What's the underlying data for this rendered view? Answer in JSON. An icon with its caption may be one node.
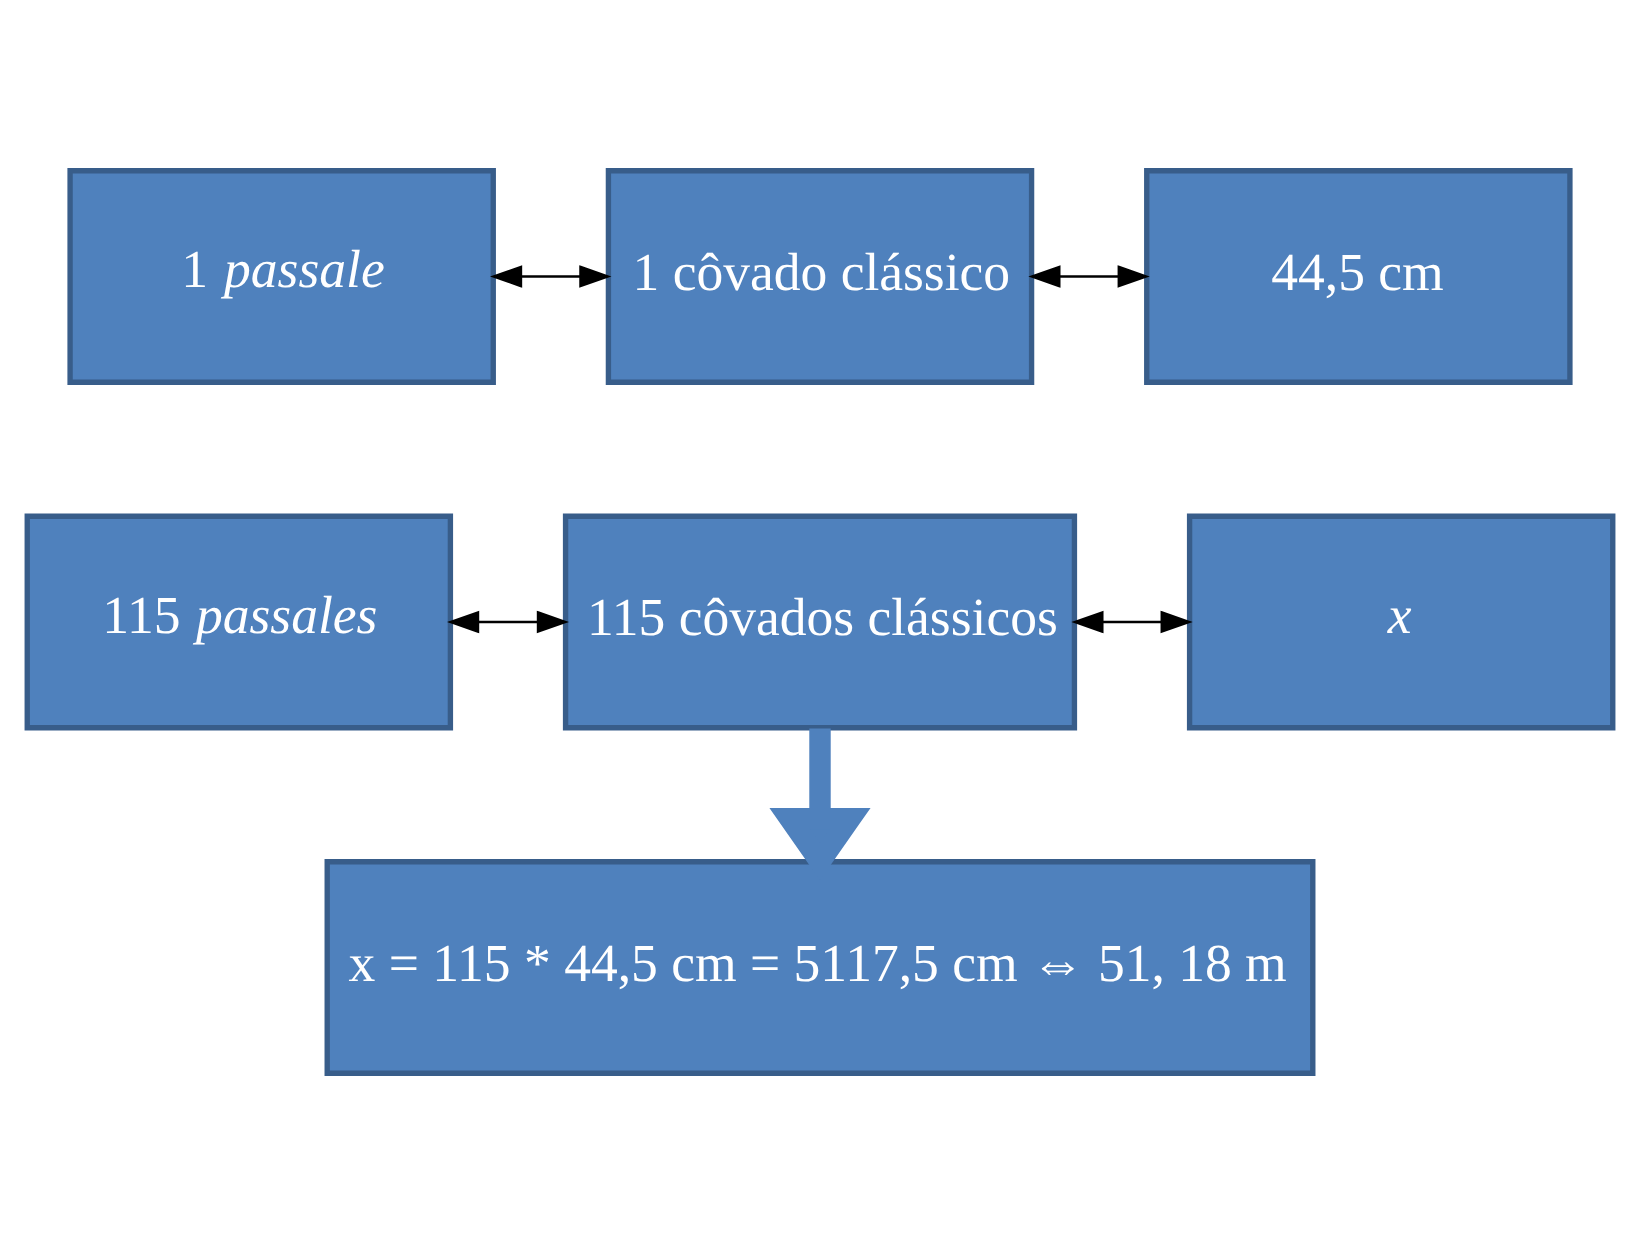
{
  "diagram": {
    "nodes": [
      {
        "text": [
          "1 *passale*"
        ]
      },
      {
        "text": [
          "1 côvado clássico"
        ]
      },
      {
        "text": [
          "44,5 cm"
        ]
      },
      {
        "text": [
          "115 *passales*"
        ]
      },
      {
        "text": [
          "115 côvados clássicos"
        ]
      },
      {
        "text": [
          "*x*"
        ]
      },
      {
        "text": [
          "x = 115 * 44,5 cm = 5117,5 cm ⇔ 51, 18 m"
        ]
      }
    ],
    "edges": [
      {
        "from": 0,
        "to": 1,
        "arrow": "both"
      },
      {
        "from": 1,
        "to": 2,
        "arrow": "both"
      },
      {
        "from": 3,
        "to": 4,
        "arrow": "both"
      },
      {
        "from": 4,
        "to": 5,
        "arrow": "both"
      },
      {
        "from": 4,
        "to": 6,
        "arrow": "to",
        "style": "thick",
        "color": "#4f81bd"
      }
    ]
  }
}
